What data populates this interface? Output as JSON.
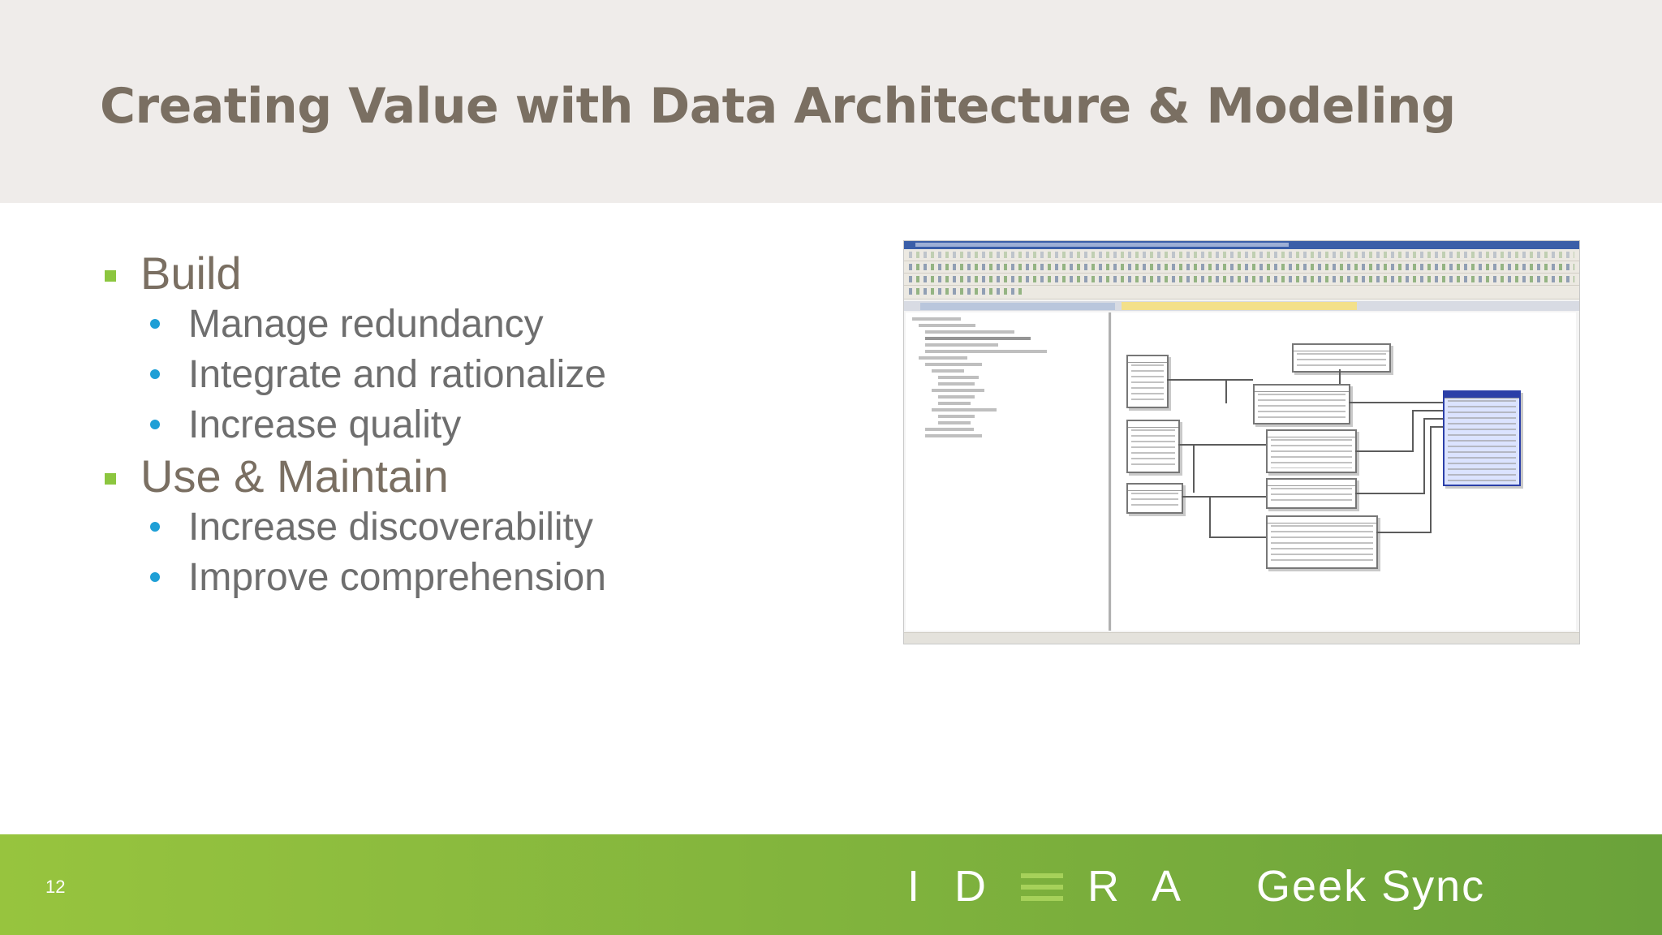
{
  "slide": {
    "title": "Creating Value with Data Architecture & Modeling",
    "page_number": "12"
  },
  "bullets": [
    {
      "level": 1,
      "text": "Build"
    },
    {
      "level": 2,
      "text": "Manage redundancy"
    },
    {
      "level": 2,
      "text": "Integrate and rationalize"
    },
    {
      "level": 2,
      "text": "Increase quality"
    },
    {
      "level": 1,
      "text": "Use & Maintain"
    },
    {
      "level": 2,
      "text": "Increase discoverability"
    },
    {
      "level": 2,
      "text": "Improve comprehension"
    }
  ],
  "footer": {
    "brand_left": "I D",
    "brand_right": "R A",
    "brand_tagline": "Geek Sync"
  },
  "colors": {
    "title": "#7a6f62",
    "header_bg": "#efecea",
    "level1_marker": "#8cc63f",
    "level2_marker": "#1e9fd6",
    "footer_green": "#8cc63f"
  }
}
